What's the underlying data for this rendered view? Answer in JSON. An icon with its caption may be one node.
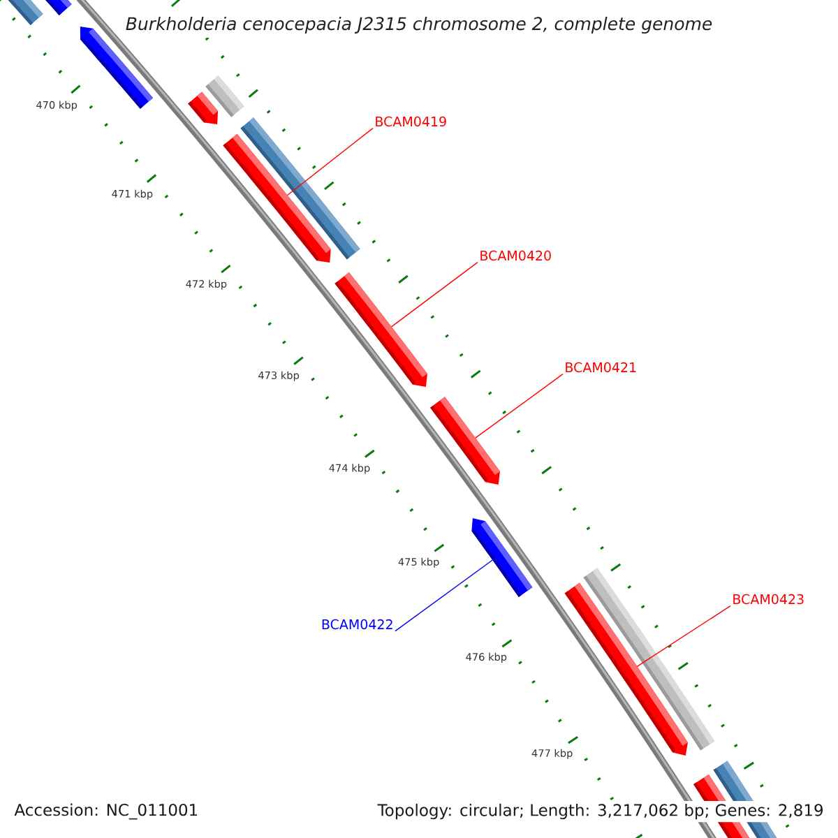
{
  "diagram": {
    "title": "Burkholderia cenocepacia J2315 chromosome 2, complete genome",
    "nodes": [
      {
        "text": [
          "BCAM0419"
        ]
      },
      {
        "text": [],
        "shape": "bar"
      },
      {
        "text": [
          "BCAM0420"
        ]
      },
      {
        "text": [],
        "shape": "bar"
      },
      {
        "text": [
          "BCAM0421"
        ]
      },
      {
        "text": [],
        "shape": "bar"
      },
      {
        "text": [
          "BCAM0422"
        ]
      },
      {
        "text": [],
        "shape": "bar"
      },
      {
        "text": [
          "BCAM0423"
        ]
      },
      {
        "text": [],
        "shape": "bar"
      }
    ],
    "edges": [
      {
        "from": 0,
        "to": 1,
        "arrow": "none"
      },
      {
        "from": 2,
        "to": 3,
        "arrow": "none"
      },
      {
        "from": 4,
        "to": 5,
        "arrow": "none"
      },
      {
        "from": 6,
        "to": 7,
        "arrow": "none",
        "color": "#0000ff"
      },
      {
        "from": 8,
        "to": 9,
        "arrow": "none"
      }
    ],
    "labels": [
      "470 kbp",
      "471 kbp",
      "472 kbp",
      "473 kbp",
      "474 kbp",
      "475 kbp",
      "476 kbp",
      "477 kbp",
      "Accession: NC_011001",
      "Topology: circular; Length: 3,217,062 bp; Genes: 2,819"
    ]
  }
}
